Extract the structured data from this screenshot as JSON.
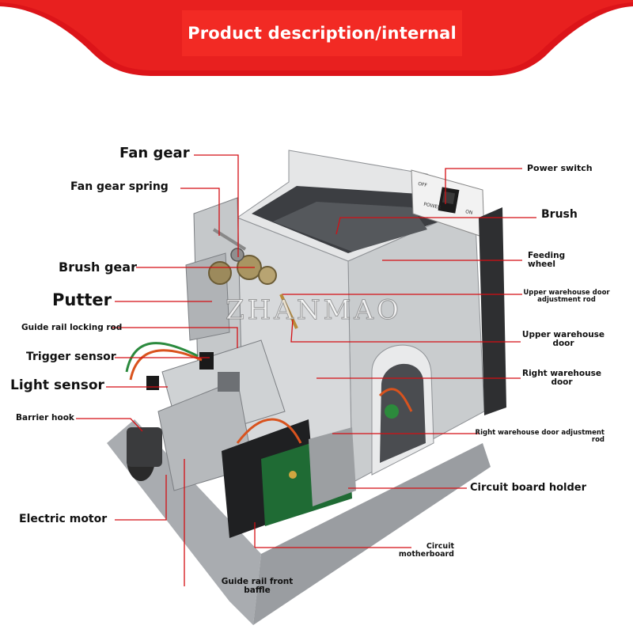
{
  "header": {
    "title": "Product description/internal",
    "color": "#e3161b"
  },
  "watermark": "ZHANMAO",
  "leader_color": "#d40f14",
  "labels": {
    "fan_gear": "Fan gear",
    "fan_gear_spring": "Fan gear spring",
    "brush_gear": "Brush gear",
    "putter": "Putter",
    "guide_rail_locking_rod": "Guide rail locking rod",
    "trigger_sensor": "Trigger sensor",
    "light_sensor": "Light sensor",
    "barrier_hook": "Barrier hook",
    "electric_motor": "Electric motor",
    "guide_rail_front_baffle_1": "Guide rail front",
    "guide_rail_front_baffle_2": "baffle",
    "circuit_motherboard_1": "Circuit",
    "circuit_motherboard_2": "motherboard",
    "circuit_board_holder": "Circuit board holder",
    "right_door_adj_1": "Right warehouse door adjustment",
    "right_door_adj_2": "rod",
    "right_door_1": "Right warehouse",
    "right_door_2": "door",
    "upper_door_1": "Upper warehouse",
    "upper_door_2": "door",
    "upper_door_adj_1": "Upper warehouse door",
    "upper_door_adj_2": "adjustment rod",
    "feeding_wheel_1": "Feeding",
    "feeding_wheel_2": "wheel",
    "brush": "Brush",
    "power_switch": "Power switch",
    "switch_off": "OFF",
    "switch_power": "POWER",
    "switch_on": "ON"
  }
}
